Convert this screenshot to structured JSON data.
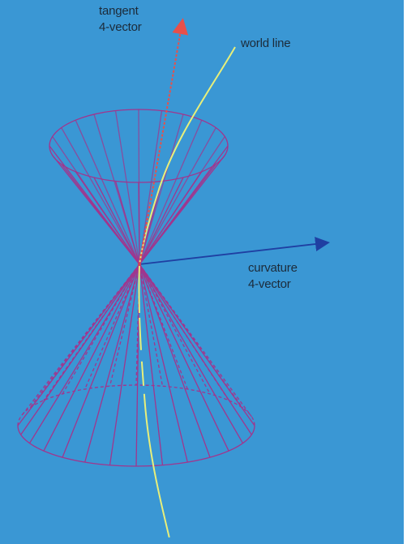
{
  "labels": {
    "tangent_line1": "tangent",
    "tangent_line2": "4-vector",
    "world_line": "world line",
    "curvature_line1": "curvature",
    "curvature_line2": "4-vector"
  },
  "colors": {
    "background": "#3a97d4",
    "cone": "#a0368e",
    "world_line": "#e8ef7a",
    "tangent_vector": "#e8504a",
    "curvature_vector": "#1f3fa2",
    "label_text": "#1c2b3a"
  }
}
